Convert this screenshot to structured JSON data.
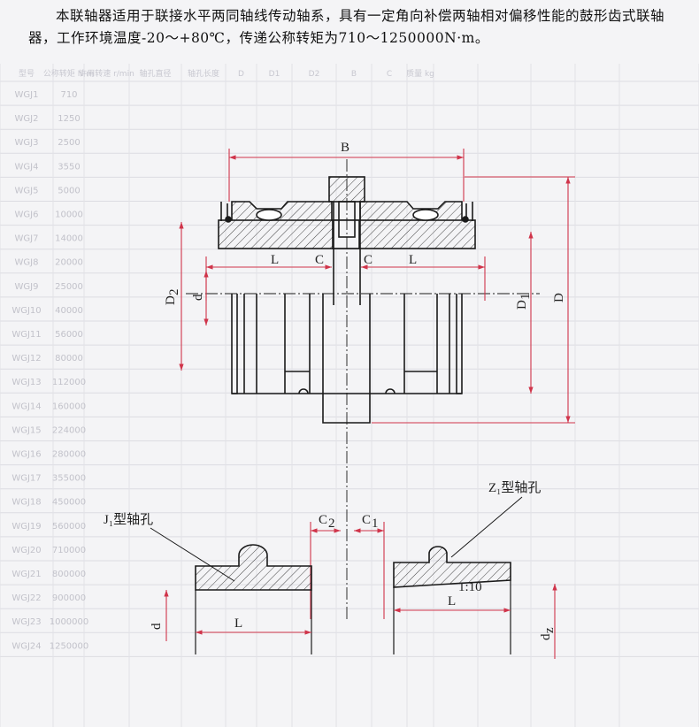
{
  "intro": "本联轴器适用于联接水平两同轴线传动轴系，具有一定角向补偿两轴相对偏移性能的鼓形齿式联轴器，工作环境温度-20～+80℃，传递公称转矩为710～1250000N·m。",
  "labels": {
    "B": "B",
    "L_left": "L",
    "C_left": "C",
    "C_right": "C",
    "L_right": "L",
    "D2": "D",
    "D2_sub": "2",
    "d_main": "d",
    "D1": "D",
    "D1_sub": "1",
    "D": "D",
    "J1_hole": "J₁型轴孔",
    "Z1_hole": "Z₁型轴孔",
    "C2": "C",
    "C2_sub": "2",
    "C1": "C",
    "C1_sub": "1",
    "d_j1": "d",
    "L_j1": "L",
    "taper": "1:10",
    "L_z1": "L",
    "dz": "d",
    "dz_sub": "z"
  },
  "colors": {
    "line": "#1a1a1a",
    "dim": "#d0344a",
    "hatch": "#444444"
  },
  "background_table": {
    "header": [
      "型号",
      "公称转矩 N·m",
      "许用转速 r/min",
      "轴孔直径",
      "轴孔长度",
      "D",
      "D1",
      "D2",
      "B",
      "C",
      "质量 kg"
    ],
    "models": [
      "WGJ1",
      "WGJ2",
      "WGJ3",
      "WGJ4",
      "WGJ5",
      "WGJ6",
      "WGJ7",
      "WGJ8",
      "WGJ9",
      "WGJ10",
      "WGJ11",
      "WGJ12",
      "WGJ13",
      "WGJ14",
      "WGJ15",
      "WGJ16",
      "WGJ17",
      "WGJ18",
      "WGJ19",
      "WGJ20",
      "WGJ21",
      "WGJ22",
      "WGJ23",
      "WGJ24"
    ],
    "torque": [
      "710",
      "1250",
      "2500",
      "3550",
      "5000",
      "10000",
      "14000",
      "20000",
      "25000",
      "40000",
      "56000",
      "80000",
      "112000",
      "160000",
      "224000",
      "280000",
      "355000",
      "450000",
      "560000",
      "710000",
      "800000",
      "900000",
      "1000000",
      "1250000"
    ]
  }
}
